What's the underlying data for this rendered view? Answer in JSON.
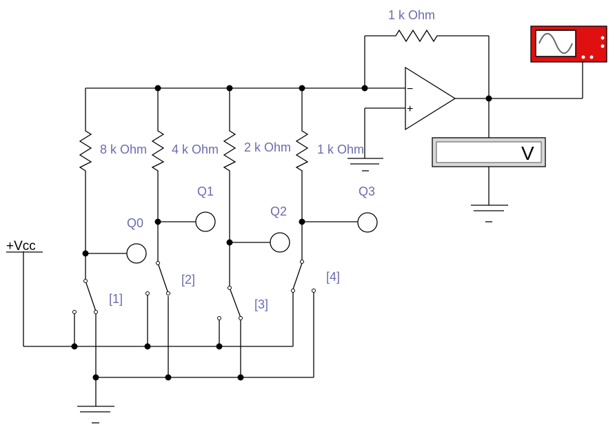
{
  "diagram": {
    "feedback_resistor": "1 k Ohm",
    "resistors": [
      "8 k Ohm",
      "4 k Ohm",
      "2 k Ohm",
      "1 k Ohm"
    ],
    "outputs": [
      "Q0",
      "Q1",
      "Q2",
      "Q3"
    ],
    "switches": [
      "[1]",
      "[2]",
      "[3]",
      "[4]"
    ],
    "supply": "+Vcc",
    "voltmeter_unit": "V",
    "opamp_inverting": "−",
    "opamp_noninverting": "+"
  }
}
